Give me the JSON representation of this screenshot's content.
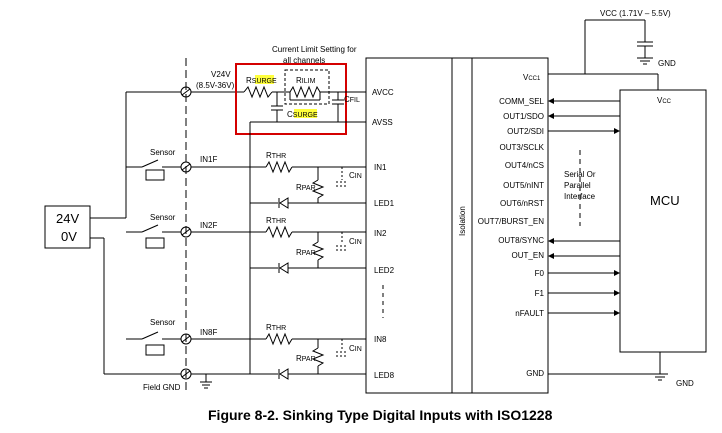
{
  "caption": "Figure 8-2. Sinking Type Digital Inputs with ISO1228",
  "supply": {
    "top": "24V",
    "bottom": "0V"
  },
  "field_gnd": "Field GND",
  "v24v": {
    "name": "V24V",
    "range": "(8.5V-36V)"
  },
  "current_limit_note": {
    "line1": "Current Limit Setting for",
    "line2": "all channels"
  },
  "components": {
    "r_surge": {
      "main": "R",
      "sub": "SURGE"
    },
    "r_ilim": {
      "main": "R",
      "sub": "ILIM"
    },
    "c_fil": {
      "main": "C",
      "sub": "FIL"
    },
    "c_surge": {
      "main": "C",
      "sub": "SURGE"
    },
    "r_thr": {
      "main": "R",
      "sub": "THR"
    },
    "r_par": {
      "main": "R",
      "sub": "PAR"
    },
    "c_in": {
      "main": "C",
      "sub": "IN"
    }
  },
  "channels": [
    {
      "sensor": "Sensor",
      "input": "IN1F",
      "pin_in": "IN1",
      "pin_led": "LED1"
    },
    {
      "sensor": "Sensor",
      "input": "IN2F",
      "pin_in": "IN2",
      "pin_led": "LED2"
    },
    {
      "sensor": "Sensor",
      "input": "IN8F",
      "pin_in": "IN8",
      "pin_led": "LED8"
    }
  ],
  "iso_left_pins": [
    "AVCC",
    "AVSS"
  ],
  "isolation_label": "Isolation",
  "iso_right_pins": [
    {
      "main": "V",
      "sub": "CC1"
    },
    "COMM_SEL",
    "OUT1/SDO",
    "OUT2/SDI",
    "OUT3/SCLK",
    "OUT4/nCS",
    "OUT5/nINT",
    "OUT6/nRST",
    "OUT7/BURST_EN",
    "OUT8/SYNC",
    "OUT_EN",
    "F0",
    "F1",
    "nFAULT",
    "GND"
  ],
  "vcc_label": "VCC (1.71V – 5.5V)",
  "gnd_label": "GND",
  "mcu": {
    "name": "MCU",
    "vcc": {
      "main": "V",
      "sub": "CC"
    }
  },
  "interface_note": [
    "Serial Or",
    "Parallel",
    "Interface"
  ]
}
